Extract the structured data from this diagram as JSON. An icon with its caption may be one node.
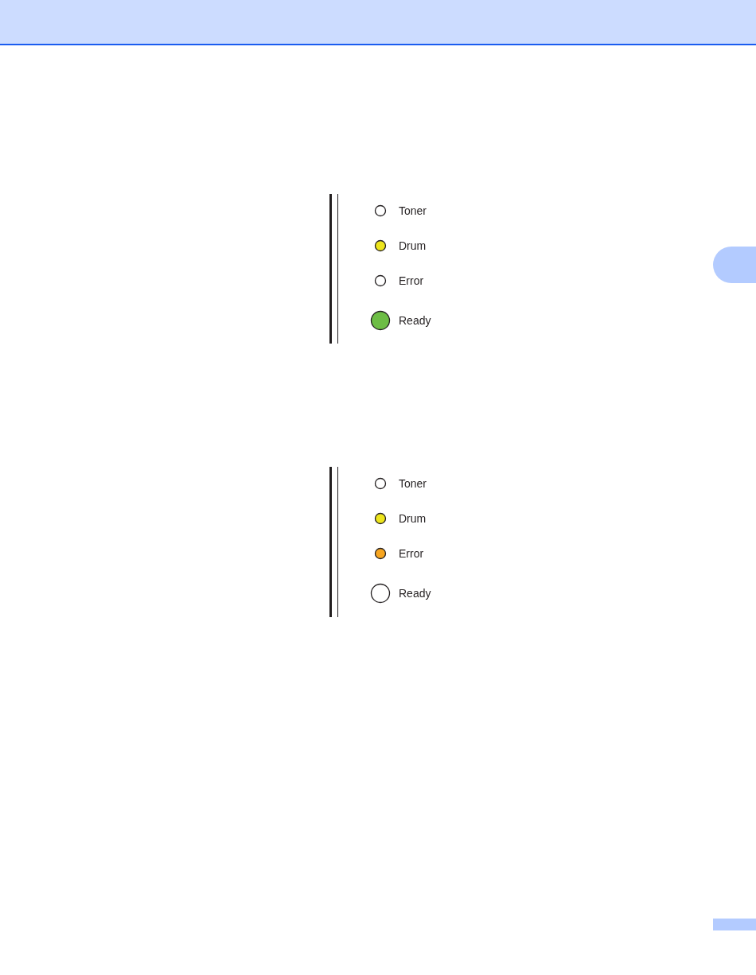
{
  "diagram": {
    "labels": [
      "Toner",
      "Drum",
      "Error",
      "Ready",
      "Toner",
      "Drum",
      "Error",
      "Ready"
    ]
  }
}
